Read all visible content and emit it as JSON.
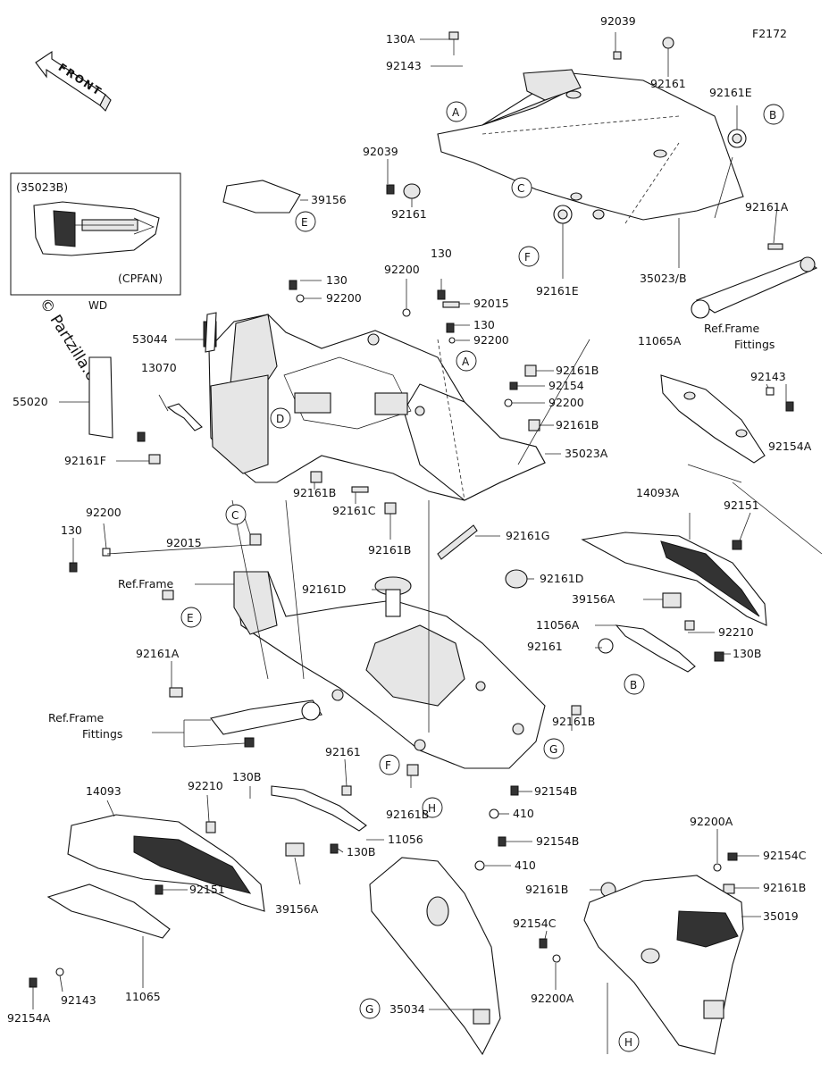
{
  "figure_code": "F2172",
  "watermark": "© Partzilla.com",
  "front_arrow_text": "FRONT",
  "inset": {
    "top_label": "(35023B)",
    "bottom_label": "(CPFAN)",
    "under_label": "WD"
  },
  "ref_labels": {
    "ref_frame_fittings_right_1": "Ref.Frame",
    "ref_frame_fittings_right_2": "Fittings",
    "ref_frame": "Ref.Frame",
    "ref_frame_fittings_left_1": "Ref.Frame",
    "ref_frame_fittings_left_2": "Fittings"
  },
  "part_labels": {
    "p130A": "130A",
    "p92039_top": "92039",
    "p92143_top": "92143",
    "p92161_top": "92161",
    "p92161E_top": "92161E",
    "p92039_left": "92039",
    "p92161_mid": "92161",
    "p39156": "39156",
    "p92161A_right": "92161A",
    "p35023B": "35023/B",
    "p92161E_mid": "92161E",
    "p130_a": "130",
    "p92200_a": "92200",
    "p92200_b": "92200",
    "p130_b": "130",
    "p92015_a": "92015",
    "p130_c": "130",
    "p92200_c": "92200",
    "p53044": "53044",
    "p13070": "13070",
    "p55020": "55020",
    "p92161B_a": "92161B",
    "p92154_a": "92154",
    "p92200_d": "92200",
    "p92161B_b": "92161B",
    "p35023A": "35023A",
    "p11065A": "11065A",
    "p92143_right": "92143",
    "p92154A_right": "92154A",
    "p92161F": "92161F",
    "p92161B_c": "92161B",
    "p92161C": "92161C",
    "p92161B_d": "92161B",
    "p92200_e": "92200",
    "p130_d": "130",
    "p92015_b": "92015",
    "p92161G": "92161G",
    "p14093A": "14093A",
    "p92151_right": "92151",
    "p92161D_mid": "92161D",
    "p92161D_right": "92161D",
    "p39156A_right": "39156A",
    "p11056A": "11056A",
    "p92161_right": "92161",
    "p92210_right": "92210",
    "p130B_right": "130B",
    "p92161A_left": "92161A",
    "p92161B_e": "92161B",
    "p92161_left": "92161",
    "p130B_a": "130B",
    "p14093": "14093",
    "p92210_left": "92210",
    "p92161B_f": "92161B",
    "p92154B_a": "92154B",
    "p410_a": "410",
    "p11056": "11056",
    "p92154B_b": "92154B",
    "p130B_b": "130B",
    "p410_b": "410",
    "p92200A_top": "92200A",
    "p92154C_right": "92154C",
    "p92161B_g": "92161B",
    "p92161B_h": "92161B",
    "p92151_left": "92151",
    "p39156A_left": "39156A",
    "p92154C_left": "92154C",
    "p35019": "35019",
    "p92143_left": "92143",
    "p92154A_left": "92154A",
    "p11065": "11065",
    "p92200A_bottom": "92200A",
    "p35034": "35034"
  },
  "callouts": {
    "A1": "A",
    "A2": "A",
    "B1": "B",
    "B2": "B",
    "C1": "C",
    "C2": "C",
    "D1": "D",
    "E1": "E",
    "E2": "E",
    "F1": "F",
    "F2": "F",
    "G1": "G",
    "G2": "G",
    "H1": "H",
    "H2": "H"
  }
}
